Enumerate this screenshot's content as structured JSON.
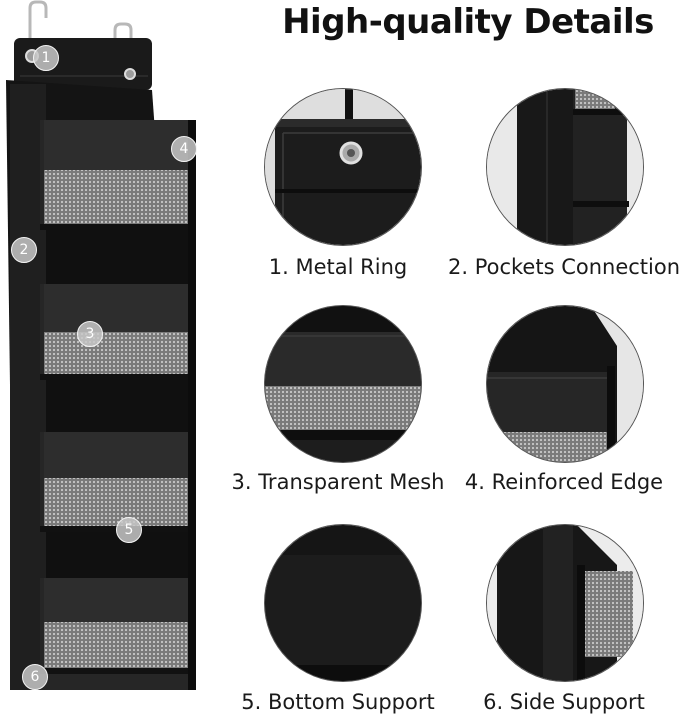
{
  "title": "High-quality Details",
  "markers": [
    "1",
    "2",
    "3",
    "4",
    "5",
    "6"
  ],
  "details": [
    {
      "number": "1",
      "caption": "1. Metal Ring",
      "icon": "metal-ring-closeup"
    },
    {
      "number": "2",
      "caption": "2. Pockets Connection",
      "icon": "pockets-connection-closeup"
    },
    {
      "number": "3",
      "caption": "3. Transparent Mesh",
      "icon": "transparent-mesh-closeup"
    },
    {
      "number": "4",
      "caption": "4. Reinforced Edge",
      "icon": "reinforced-edge-closeup"
    },
    {
      "number": "5",
      "caption": "5. Bottom Support",
      "icon": "bottom-support-closeup"
    },
    {
      "number": "6",
      "caption": "6. Side Support",
      "icon": "side-support-closeup"
    }
  ],
  "colors": {
    "fabric": "#1c1c1c",
    "fabric_light": "#2a2a2a",
    "mesh": "#8a8a8a",
    "marker": "#c8c8c8"
  }
}
